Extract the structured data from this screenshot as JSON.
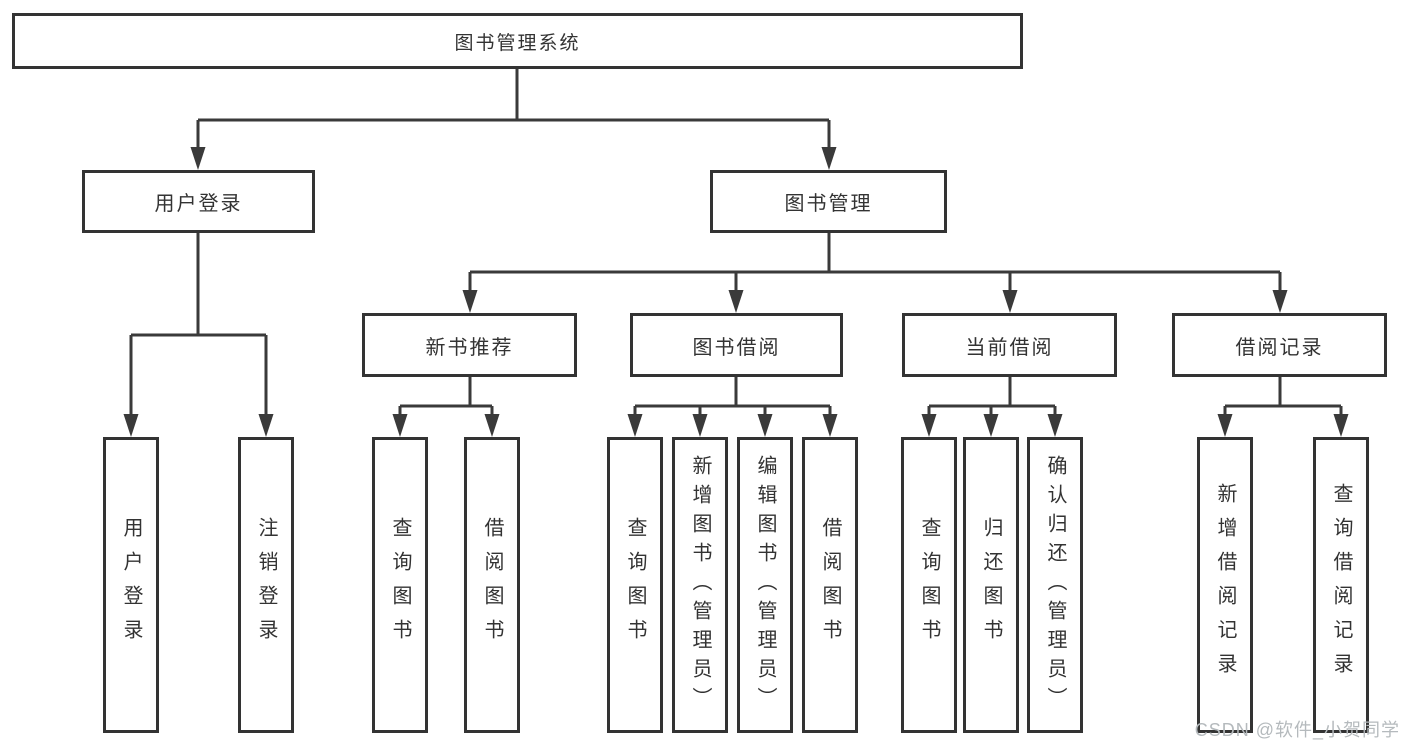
{
  "diagram": {
    "tree": {
      "label": "图书管理系统",
      "children": [
        {
          "label": "用户登录",
          "children": [
            {
              "label": "用户登录"
            },
            {
              "label": "注销登录"
            }
          ]
        },
        {
          "label": "图书管理",
          "children": [
            {
              "label": "新书推荐",
              "children": [
                {
                  "label": "查询图书"
                },
                {
                  "label": "借阅图书"
                }
              ]
            },
            {
              "label": "图书借阅",
              "children": [
                {
                  "label": "查询图书"
                },
                {
                  "label": "新增图书（管理员）"
                },
                {
                  "label": "编辑图书（管理员）"
                },
                {
                  "label": "借阅图书"
                }
              ]
            },
            {
              "label": "当前借阅",
              "children": [
                {
                  "label": "查询图书"
                },
                {
                  "label": "归还图书"
                },
                {
                  "label": "确认归还（管理员）"
                }
              ]
            },
            {
              "label": "借阅记录",
              "children": [
                {
                  "label": "新增借阅记录"
                },
                {
                  "label": "查询借阅记录"
                }
              ]
            }
          ]
        }
      ]
    }
  },
  "watermark": {
    "text": "CSDN @软件_小贺同学"
  },
  "colors": {
    "line": "#3a3a3a",
    "box_border": "#333333",
    "text": "#333333",
    "background": "#ffffff",
    "watermark": "#b5babd"
  }
}
